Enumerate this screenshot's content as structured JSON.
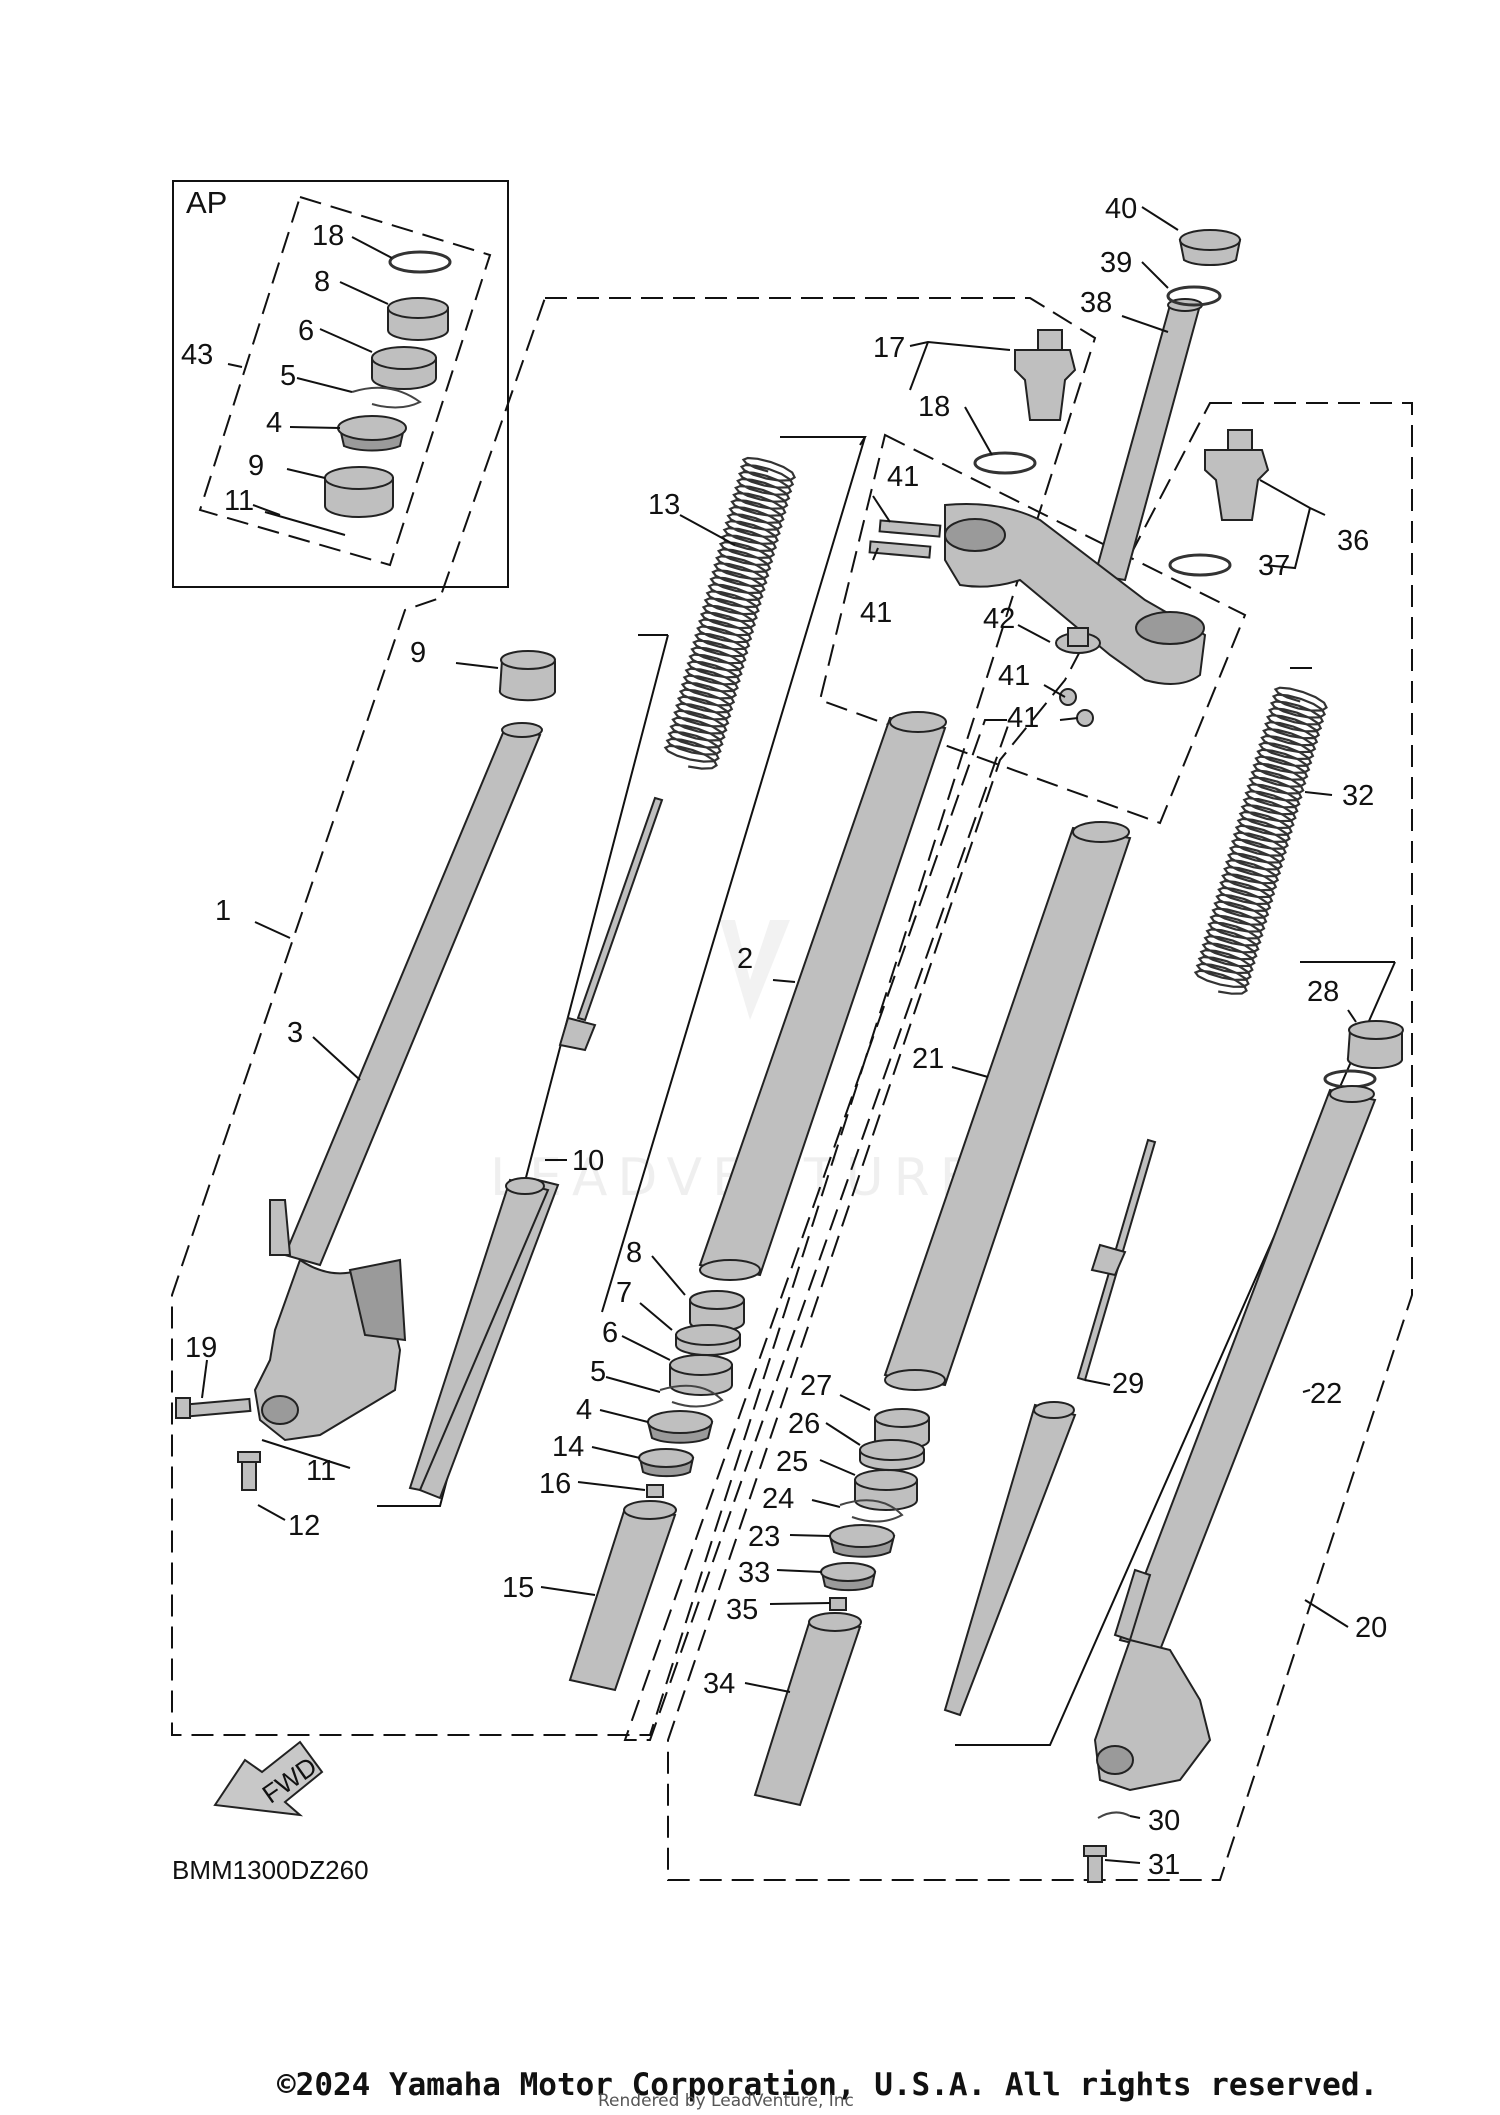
{
  "diagram_code": "BMM1300DZ260",
  "copyright": "©2024 Yamaha Motor Corporation, U.S.A. All rights reserved.",
  "rendered_by": "Rendered by LeadVenture, Inc",
  "watermark": "LEADVENTURE",
  "inset_label": "AP",
  "fwd_label": "FWD",
  "callouts": {
    "ap_18": "18",
    "ap_8": "8",
    "ap_6": "6",
    "ap_43": "43",
    "ap_5": "5",
    "ap_4": "4",
    "ap_9": "9",
    "ap_11": "11",
    "c40": "40",
    "c39": "39",
    "c38": "38",
    "c17": "17",
    "c18": "18",
    "c41a": "41",
    "c41b": "41",
    "c41c": "41",
    "c41d": "41",
    "c42": "42",
    "c36": "36",
    "c37": "37",
    "c13": "13",
    "c9": "9",
    "c1": "1",
    "c3": "3",
    "c2": "2",
    "c10": "10",
    "c21": "21",
    "c32": "32",
    "c28": "28",
    "c8": "8",
    "c7": "7",
    "c6": "6",
    "c5": "5",
    "c4": "4",
    "c14": "14",
    "c16": "16",
    "c15": "15",
    "c19": "19",
    "c11": "11",
    "c12": "12",
    "c27": "27",
    "c26": "26",
    "c25": "25",
    "c24": "24",
    "c23": "23",
    "c33": "33",
    "c35": "35",
    "c34": "34",
    "c29": "29",
    "c22": "22",
    "c20": "20",
    "c30": "30",
    "c31": "31"
  }
}
